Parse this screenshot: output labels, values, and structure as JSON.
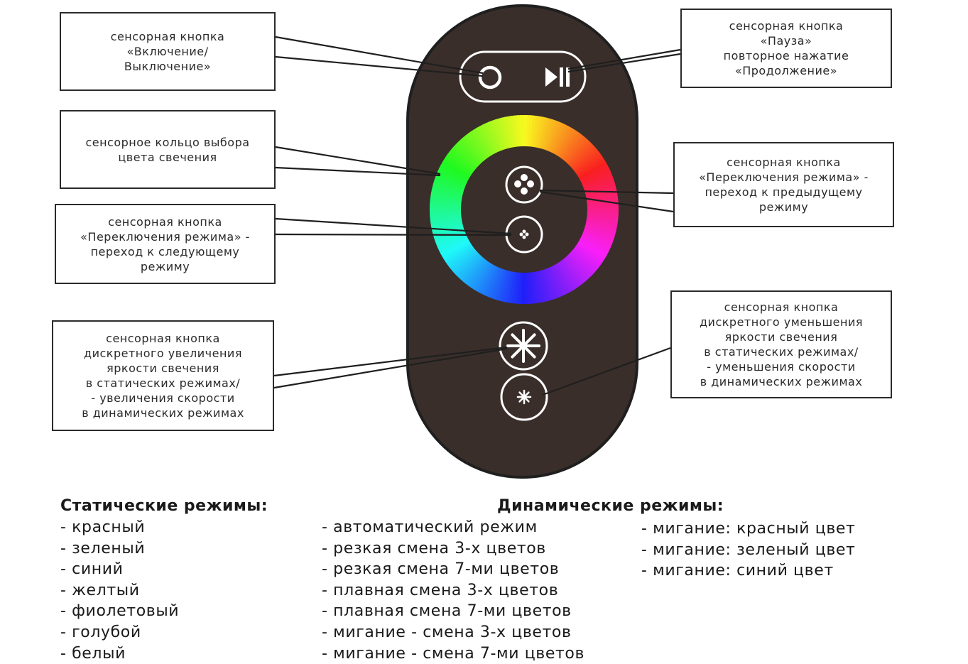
{
  "callouts": {
    "power": "сенсорная кнопка\n«Включение/\nВыключение»",
    "ring": "сенсорное кольцо выбора\nцвета свечения",
    "mode_next": "сенсорная кнопка\n«Переключения режима» -\nпереход к следующему\nрежиму",
    "brightness_up": "сенсорная кнопка\nдискретного  увеличения\nяркости свечения\nв статических режимах/\n- увеличения скорости\nв динамических режимах",
    "pause": "сенсорная кнопка\n«Пауза»\nповторное нажатие\n«Продолжение»",
    "mode_prev": "сенсорная кнопка\n«Переключения режима» -\nпереход к предыдущему\nрежиму",
    "brightness_down": "сенсорная кнопка\nдискретного  уменьшения\nяркости свечения\nв статических режимах/\n- уменьшения скорости\nв динамических режимах"
  },
  "static_modes": {
    "heading": "Статические режимы:",
    "items": [
      "- красный",
      "- зеленый",
      "- синий",
      "- желтый",
      "- фиолетовый",
      "- голубой",
      "- белый"
    ]
  },
  "dynamic_modes": {
    "heading": "Динамические режимы:",
    "column1": [
      "- автоматический режим",
      "- резкая смена 3-х цветов",
      "- резкая смена 7-ми цветов",
      "- плавная смена 3-х цветов",
      "- плавная смена 7-ми цветов",
      "- мигание - смена 3-х цветов",
      "- мигание - смена 7-ми цветов"
    ],
    "column2": [
      "- мигание: красный цвет",
      "- мигание: зеленый цвет",
      "- мигание: синий цвет"
    ]
  },
  "colors": {
    "remote_body": "#3a2e2a",
    "remote_outline": "#1f1f1f",
    "icon_white": "#ffffff",
    "leader_lines": "#1f1f1f"
  },
  "icons": {
    "power": "power-ring-icon",
    "pause": "play-pause-icon",
    "mode_prev": "four-dots-icon",
    "mode_next": "small-dots-icon",
    "brightness_up": "large-asterisk-icon",
    "brightness_down": "small-asterisk-icon"
  }
}
